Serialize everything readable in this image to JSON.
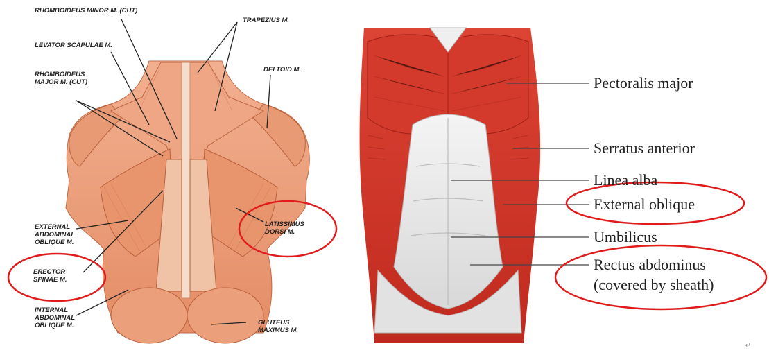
{
  "posterior": {
    "labels": {
      "rhomboideus_minor": "RHOMBOIDEUS MINOR M. (CUT)",
      "trapezius": "TRAPEZIUS M.",
      "levator_scapulae": "LEVATOR SCAPULAE M.",
      "deltoid": "DELTOID M.",
      "rhomboideus_major": "RHOMBOIDEUS\nMAJOR M.  (CUT)",
      "latissimus_dorsi": "LATISSIMUS\nDORSI M.",
      "external_oblique": "EXTERNAL\nABDOMINAL\nOBLIQUE M.",
      "erector_spinae": "ERECTOR\nSPINAE M.",
      "internal_oblique": "INTERNAL\nABDOMINAL\nOBLIQUE M.",
      "gluteus": "GLUTEUS\nMAXIMUS M."
    }
  },
  "anterior": {
    "labels": {
      "pectoralis": "Pectoralis major",
      "serratus": "Serratus anterior",
      "linea_alba": "Linea alba",
      "external_oblique": "External oblique",
      "umbilicus": "Umbilicus",
      "rectus_line1": "Rectus abdominus",
      "rectus_line2": "(covered by sheath)"
    }
  },
  "colors": {
    "highlight_circle": "#e01b1b",
    "muscle_back": "#e9a07c",
    "muscle_front": "#d8382a",
    "sheath": "#e6e6e6"
  },
  "return_mark": "↵"
}
